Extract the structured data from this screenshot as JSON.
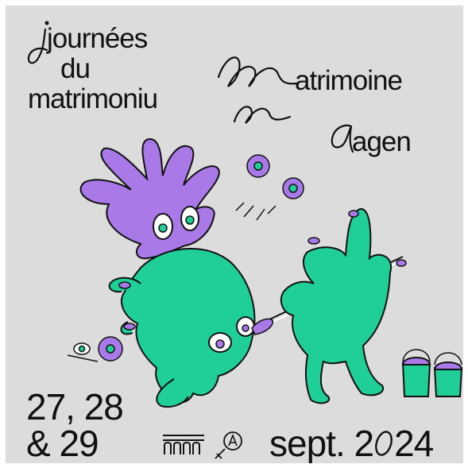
{
  "title": {
    "line1": "journées",
    "line2": "du",
    "line3": "matrimoniu",
    "word_matrimoine": "atrimoine",
    "word_agen": "agen"
  },
  "dates": {
    "days_line1": "27, 28",
    "days_line2": "& 29",
    "month_year_prefix": "sept. 2",
    "year_suffix": "24"
  },
  "colors": {
    "background": "#dcdcdc",
    "green": "#1fcf97",
    "purple": "#a979e8",
    "ink": "#111111"
  },
  "icons": [
    "hand-lettered-j",
    "script-m-flourish",
    "script-a",
    "purple-hand",
    "green-hand",
    "paintbrush",
    "flower",
    "paint-pot",
    "partner-logo-arches",
    "partner-logo-a-circle"
  ]
}
